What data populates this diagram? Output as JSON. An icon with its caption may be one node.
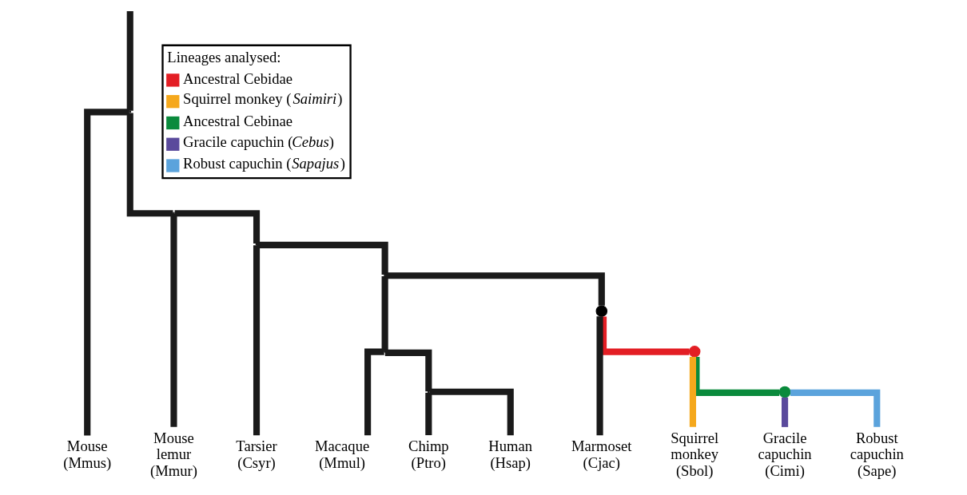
{
  "diagram": {
    "nodes": [
      {
        "text": [],
        "shape": "point"
      },
      {
        "text": [],
        "shape": "point"
      },
      {
        "text": [],
        "shape": "point"
      },
      {
        "text": [],
        "shape": "point"
      },
      {
        "text": [],
        "shape": "point"
      },
      {
        "text": [],
        "shape": "circle"
      },
      {
        "text": [],
        "shape": "circle"
      },
      {
        "text": [],
        "shape": "point"
      },
      {
        "text": [],
        "shape": "circle"
      },
      {
        "text": [
          "Mouse (Mmus)"
        ]
      },
      {
        "text": [
          "Mouse lemur (Mmur)"
        ]
      },
      {
        "text": [
          "Tarsier (Csyr)"
        ]
      },
      {
        "text": [
          "Macaque (Mmul)"
        ]
      },
      {
        "text": [
          "Chimp (Ptro)"
        ]
      },
      {
        "text": [
          "Human (Hsap)"
        ]
      },
      {
        "text": [
          "Marmoset (Cjac)"
        ]
      },
      {
        "text": [
          "Squirrel monkey (Sbol)"
        ]
      },
      {
        "text": [
          "Gracile capuchin (Cimi)"
        ]
      },
      {
        "text": [
          "Robust capuchin (Sape)"
        ]
      }
    ],
    "edges": [
      {
        "from": null,
        "to": 0,
        "arrow": "none"
      },
      {
        "from": 0,
        "to": 9,
        "arrow": "none"
      },
      {
        "from": 0,
        "to": 1,
        "arrow": "none"
      },
      {
        "from": 1,
        "to": 10,
        "arrow": "none"
      },
      {
        "from": 1,
        "to": 2,
        "arrow": "none"
      },
      {
        "from": 2,
        "to": 11,
        "arrow": "none"
      },
      {
        "from": 2,
        "to": 3,
        "arrow": "none"
      },
      {
        "from": 3,
        "to": 4,
        "arrow": "none"
      },
      {
        "from": 3,
        "to": 5,
        "arrow": "none"
      },
      {
        "from": 4,
        "to": 12,
        "arrow": "none"
      },
      {
        "from": 4,
        "to": 7,
        "arrow": "none"
      },
      {
        "from": 7,
        "to": 13,
        "arrow": "none"
      },
      {
        "from": 7,
        "to": 14,
        "arrow": "none"
      },
      {
        "from": 5,
        "to": 15,
        "arrow": "none"
      },
      {
        "from": 5,
        "to": 6,
        "arrow": "none",
        "color": "#e31e24"
      },
      {
        "from": 6,
        "to": 16,
        "arrow": "none",
        "color": "#f5a81c"
      },
      {
        "from": 6,
        "to": 8,
        "arrow": "none",
        "color": "#0a8a3c"
      },
      {
        "from": 8,
        "to": 17,
        "arrow": "none",
        "color": "#5a4a9c"
      },
      {
        "from": 8,
        "to": 18,
        "arrow": "none",
        "color": "#5ba3dc"
      }
    ],
    "labels": [
      "Lineages analysed:"
    ],
    "legend": [
      {
        "text": "Ancestral Cebidae",
        "color": "#e31e24"
      },
      {
        "text": "Squirrel monkey (*Saimiri*)",
        "color": "#f5a81c"
      },
      {
        "text": "Ancestral Cebinae",
        "color": "#0a8a3c"
      },
      {
        "text": "Gracile capuchin (*Cebus*)",
        "color": "#5a4a9c"
      },
      {
        "text": "Robust capuchin (*Sapajus*)",
        "color": "#5ba3dc"
      }
    ]
  }
}
